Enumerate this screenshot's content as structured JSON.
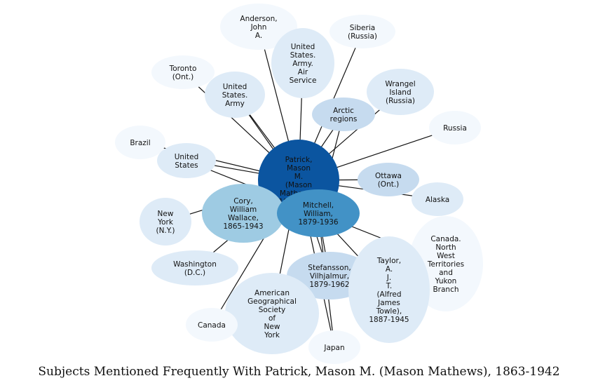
{
  "title": "Subjects Mentioned Frequently With Patrick, Mason M. (Mason Mathews), 1863-1942",
  "colors": {
    "center": "#0b55a0",
    "cory": "#9ecbe3",
    "mitchell": "#4292c6",
    "light": "#deebf7",
    "medium": "#c6dbef",
    "faint": "#f3f8fd"
  },
  "nodes": [
    {
      "id": "anderson",
      "lines": [
        "Anderson,",
        "John",
        "A."
      ],
      "tone": "faint"
    },
    {
      "id": "siberia",
      "lines": [
        "Siberia",
        "(Russia)"
      ],
      "tone": "faint"
    },
    {
      "id": "air-service",
      "lines": [
        "United",
        "States.",
        "Army.",
        "Air",
        "Service"
      ],
      "tone": "light"
    },
    {
      "id": "toronto",
      "lines": [
        "Toronto",
        "(Ont.)"
      ],
      "tone": "faint"
    },
    {
      "id": "wrangel",
      "lines": [
        "Wrangel",
        "Island",
        "(Russia)"
      ],
      "tone": "light"
    },
    {
      "id": "us-army",
      "lines": [
        "United",
        "States.",
        "Army"
      ],
      "tone": "light"
    },
    {
      "id": "arctic",
      "lines": [
        "Arctic",
        "regions"
      ],
      "tone": "medium"
    },
    {
      "id": "russia",
      "lines": [
        "Russia"
      ],
      "tone": "faint"
    },
    {
      "id": "brazil",
      "lines": [
        "Brazil"
      ],
      "tone": "faint"
    },
    {
      "id": "united-states",
      "lines": [
        "United",
        "States"
      ],
      "tone": "light"
    },
    {
      "id": "patrick",
      "lines": [
        "Patrick,",
        "Mason",
        "M.",
        "(Mason",
        "Mathews),",
        "1863-1942"
      ],
      "tone": "center"
    },
    {
      "id": "ottawa",
      "lines": [
        "Ottawa",
        "(Ont.)"
      ],
      "tone": "medium"
    },
    {
      "id": "alaska",
      "lines": [
        "Alaska"
      ],
      "tone": "light"
    },
    {
      "id": "cory",
      "lines": [
        "Cory,",
        "William",
        "Wallace,",
        "1865-1943"
      ],
      "tone": "cory"
    },
    {
      "id": "mitchell",
      "lines": [
        "Mitchell,",
        "William,",
        "1879-1936"
      ],
      "tone": "mitchell"
    },
    {
      "id": "new-york",
      "lines": [
        "New",
        "York",
        "(N.Y.)"
      ],
      "tone": "light"
    },
    {
      "id": "canada-nwt",
      "lines": [
        "Canada.",
        "North",
        "West",
        "Territories",
        "and",
        "Yukon",
        "Branch"
      ],
      "tone": "faint"
    },
    {
      "id": "washington",
      "lines": [
        "Washington",
        "(D.C.)"
      ],
      "tone": "light"
    },
    {
      "id": "stefansson",
      "lines": [
        "Stefansson,",
        "Vilhjalmur,",
        "1879-1962"
      ],
      "tone": "medium"
    },
    {
      "id": "taylor",
      "lines": [
        "Taylor,",
        "A.",
        "J.",
        "T.",
        "(Alfred",
        "James",
        "Towle),",
        "1887-1945"
      ],
      "tone": "light"
    },
    {
      "id": "ags",
      "lines": [
        "American",
        "Geographical",
        "Society",
        "of",
        "New",
        "York"
      ],
      "tone": "light"
    },
    {
      "id": "canada",
      "lines": [
        "Canada"
      ],
      "tone": "faint"
    },
    {
      "id": "japan",
      "lines": [
        "Japan"
      ],
      "tone": "faint"
    }
  ],
  "edges": [
    [
      "patrick",
      "anderson"
    ],
    [
      "patrick",
      "siberia"
    ],
    [
      "patrick",
      "air-service"
    ],
    [
      "patrick",
      "toronto"
    ],
    [
      "patrick",
      "wrangel"
    ],
    [
      "patrick",
      "us-army"
    ],
    [
      "patrick",
      "arctic"
    ],
    [
      "patrick",
      "russia"
    ],
    [
      "patrick",
      "brazil"
    ],
    [
      "patrick",
      "united-states"
    ],
    [
      "patrick",
      "ottawa"
    ],
    [
      "patrick",
      "alaska"
    ],
    [
      "patrick",
      "cory"
    ],
    [
      "patrick",
      "mitchell"
    ],
    [
      "patrick",
      "new-york"
    ],
    [
      "patrick",
      "washington"
    ],
    [
      "patrick",
      "stefansson"
    ],
    [
      "patrick",
      "ags"
    ],
    [
      "patrick",
      "canada"
    ],
    [
      "patrick",
      "japan"
    ],
    [
      "mitchell",
      "us-army"
    ],
    [
      "mitchell",
      "united-states"
    ],
    [
      "mitchell",
      "arctic"
    ],
    [
      "mitchell",
      "canada-nwt"
    ],
    [
      "mitchell",
      "stefansson"
    ],
    [
      "mitchell",
      "taylor"
    ],
    [
      "mitchell",
      "japan"
    ]
  ]
}
